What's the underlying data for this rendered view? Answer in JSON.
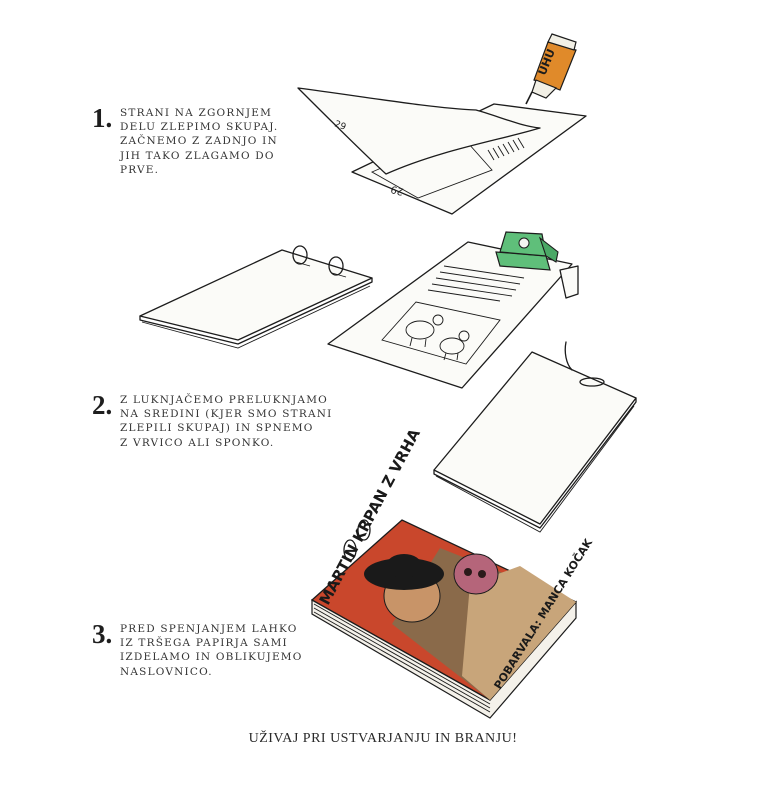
{
  "steps": [
    {
      "number": "1.",
      "text": "STRANI NA ZGORNJEM\nDELU ZLEPIMO SKUPAJ.\nZAČNEMO Z ZADNJO IN\nJIH TAKO ZLAGAMO DO\nPRVE."
    },
    {
      "number": "2.",
      "text": "Z LUKNJAČEMO PRELUKNJAMO\nNA SREDINI (KJER SMO STRANI\nZLEPILI SKUPAJ) IN SPNEMO\nZ VRVICO ALI SPONKO."
    },
    {
      "number": "3.",
      "text": "PRED SPENJANJEM LAHKO\nIZ TRŠEGA PAPIRJA SAMI\nIZDELAMO IN OBLIKUJEMO\nNASLOVNICO."
    }
  ],
  "illustration": {
    "glue_label": "UHU",
    "page_number_top": "29",
    "page_number_bottom": "29",
    "cover_title": "MARTIN KRPAN Z VRHA",
    "cover_credit": "POBARVALA: MANCA KOČAK"
  },
  "footer": "UŽIVAJ PRI USTVARJANJU IN BRANJU!",
  "colors": {
    "glue_orange": "#e08a2a",
    "punch_green": "#5fbf7a",
    "cover_red": "#c9472c",
    "cover_brown": "#8a6a4a",
    "cover_tan": "#c8a57a"
  }
}
